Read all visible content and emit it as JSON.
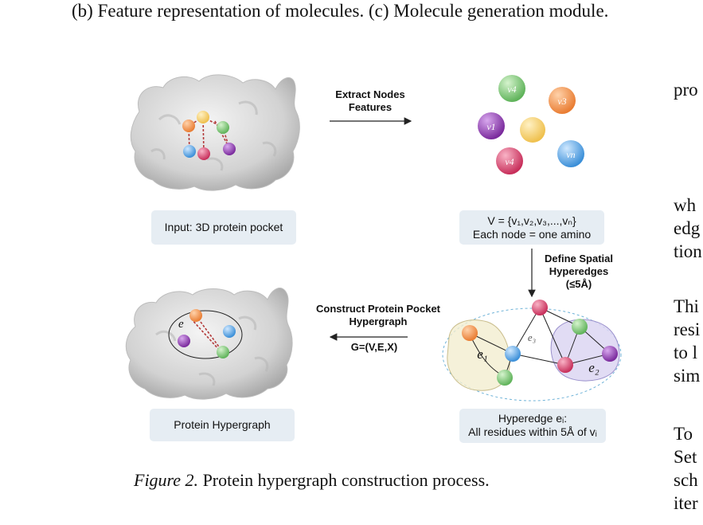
{
  "header_caption": "(b) Feature representation of molecules. (c) Molecule generation module.",
  "figure": {
    "label": "Figure 2.",
    "caption": "Protein hypergraph construction process."
  },
  "boxes": {
    "input": "Input: 3D protein pocket",
    "nodes_line1": "V = {v₁,v₂,v₃,...,vₙ}",
    "nodes_line2": "Each node = one amino",
    "hypergraph": "Protein Hypergraph",
    "hyperedge_line1": "Hyperedge eᵢ:",
    "hyperedge_line2": "All residues within 5Å of vᵢ"
  },
  "arrows": {
    "extract_line1": "Extract Nodes",
    "extract_line2": "Features",
    "define_line1": "Define Spatial",
    "define_line2": "Hyperedges",
    "define_line3": "(≤5Å)",
    "construct_line1": "Construct  Protein Pocket",
    "construct_line2": "Hypergraph",
    "construct_formula": "G=(V,E,X)"
  },
  "node_labels": {
    "n1": "v4",
    "n2": "v3",
    "n3": "v1",
    "n4": "v4",
    "n5": "vn"
  },
  "graph_labels": {
    "e": "e",
    "e1": "e₁",
    "e2": "e₂",
    "e3": "e₃"
  },
  "right_column": {
    "line1": "pro",
    "line2a": "wh",
    "line2b": "edg",
    "line2c": "tion",
    "line3a": "Thi",
    "line3b": "resi",
    "line3c": "to l",
    "line3d": "sim",
    "line4a": "To",
    "line4b": "Set",
    "line4c": "sch",
    "line4d": "iter"
  },
  "colors": {
    "orange": "#f39a55",
    "yellow": "#f4d171",
    "green": "#8bcf85",
    "blue": "#5fa8e8",
    "pink": "#dc4a72",
    "purple": "#8e3cad",
    "box_bg": "#e6edf3",
    "protein": "#d6d6d6"
  }
}
